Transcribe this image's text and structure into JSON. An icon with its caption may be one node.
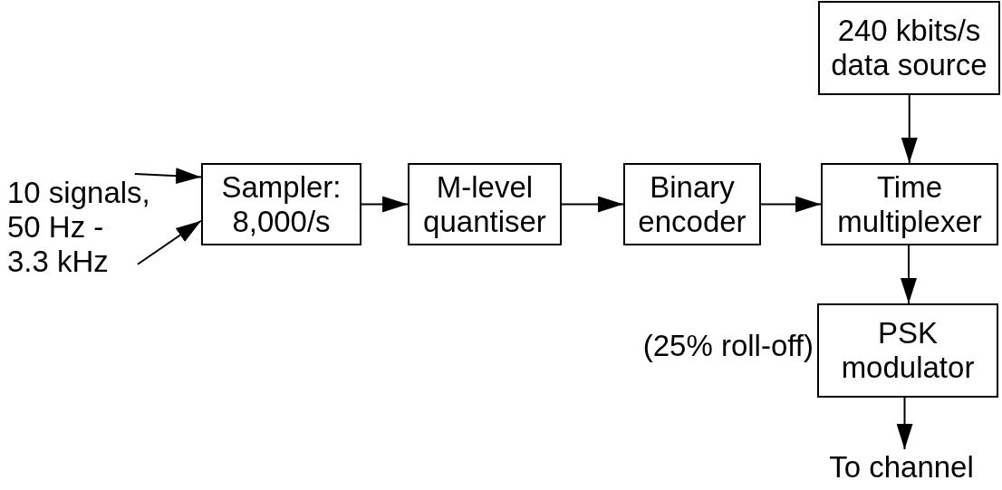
{
  "diagram": {
    "nodes": [
      {
        "text": [
          "Sampler: 8,000/s"
        ]
      },
      {
        "text": [
          "M-level quantiser"
        ]
      },
      {
        "text": [
          "Binary encoder"
        ]
      },
      {
        "text": [
          "Time multiplexer"
        ]
      },
      {
        "text": [
          "240 kbits/s data source"
        ]
      },
      {
        "text": [
          "PSK modulator"
        ],
        "beside": [
          "(25% roll-off)"
        ]
      },
      {
        "text": [
          "To channel"
        ]
      },
      {
        "text": [
          "10 signals, 50 Hz - 3.3 kHz"
        ]
      }
    ],
    "edges": [
      {
        "from": 7,
        "to": 0,
        "arrow": "to"
      },
      {
        "from": 7,
        "to": 0,
        "arrow": "to"
      },
      {
        "from": 0,
        "to": 1,
        "arrow": "to"
      },
      {
        "from": 1,
        "to": 2,
        "arrow": "to"
      },
      {
        "from": 2,
        "to": 3,
        "arrow": "to"
      },
      {
        "from": 4,
        "to": 3,
        "arrow": "to"
      },
      {
        "from": 3,
        "to": 5,
        "arrow": "to"
      },
      {
        "from": 5,
        "to": 6,
        "arrow": "to"
      }
    ]
  }
}
